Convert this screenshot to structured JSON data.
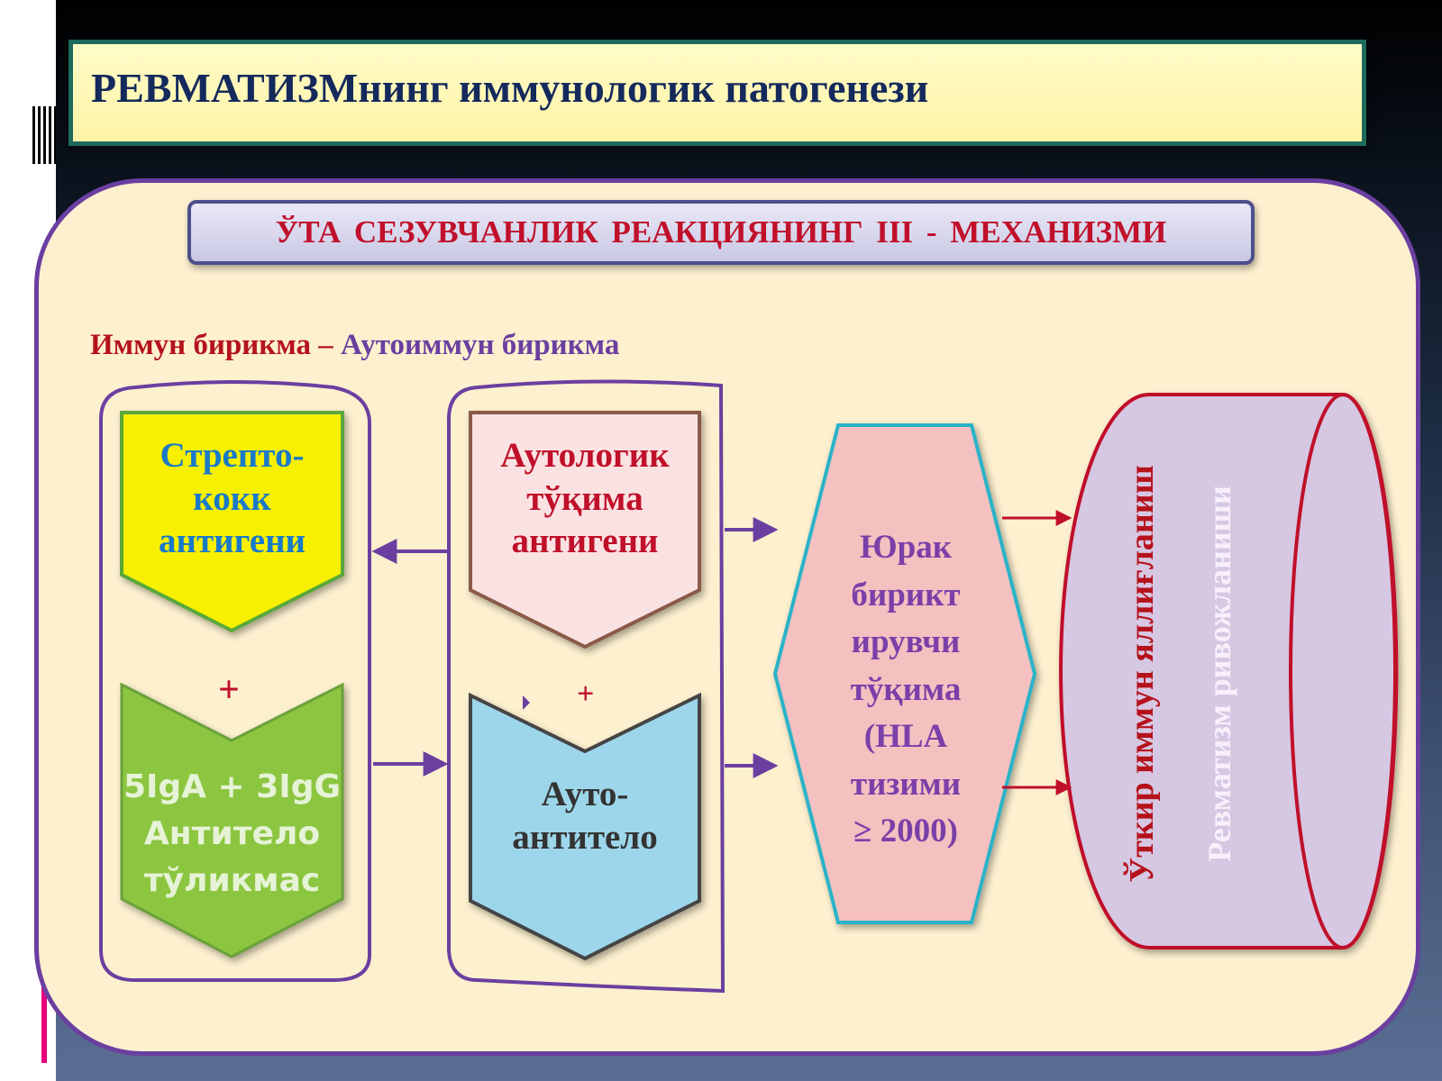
{
  "title": "РЕВМАТИЗМнинг иммунологик патогенези",
  "subtitle": "ЎТА  СЕЗУВЧАНЛИК  РЕАКЦИЯНИНГ  III - МЕХАНИЗМИ",
  "label": {
    "part1": "Иммун бирикма –",
    "part2": " Аутоиммун бирикма"
  },
  "boxes": {
    "strep": "Стрепто-\nкокк\nантигени",
    "antibody": "5IgA + 3IgG\nАнтитело\nтўликмас",
    "autologous": "Аутологик\nтўқима\nантигени",
    "autoantibody": "Ауто-\nантитело",
    "heart": "Юрак\nбирикт\nирувчи\nтўқима\n(HLA\nтизими\n≥ 2000)"
  },
  "plus_left": "+",
  "plus_right": "+",
  "cylinder": {
    "line1": "Ўткир иммун яллиғланиш",
    "line2": "Ревматизм ривожланиши"
  },
  "colors": {
    "strep_fill": "#f7f000",
    "strep_text": "#1a7ac8",
    "antibody_fill": "#8cc63f",
    "antibody_text": "#e6f3d6",
    "autologous_fill": "#fbe2e2",
    "autologous_text": "#c0102a",
    "autoantibody_fill": "#9dd6ea",
    "autoantibody_text": "#333333",
    "heart_fill": "#f4c0c0",
    "heart_text": "#7b3fa8",
    "cylinder_fill": "#d6c7e3",
    "cylinder_stroke": "#c0102a",
    "group_stroke": "#6b3fa0"
  }
}
